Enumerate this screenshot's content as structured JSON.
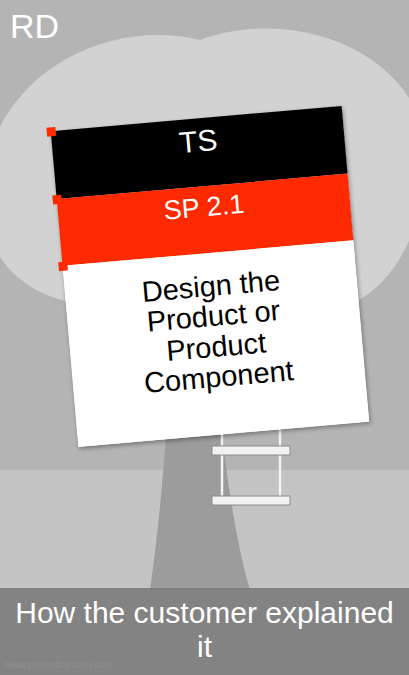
{
  "diagram": {
    "title": "RD",
    "caption": "How the customer explained it",
    "nodes": [
      {
        "text": [
          "TS"
        ]
      },
      {
        "text": [
          "SP 2.1"
        ]
      },
      {
        "text": [
          "Design the Product or Product Component"
        ]
      }
    ],
    "labels": [
      "www.projectcartoon.com"
    ]
  }
}
